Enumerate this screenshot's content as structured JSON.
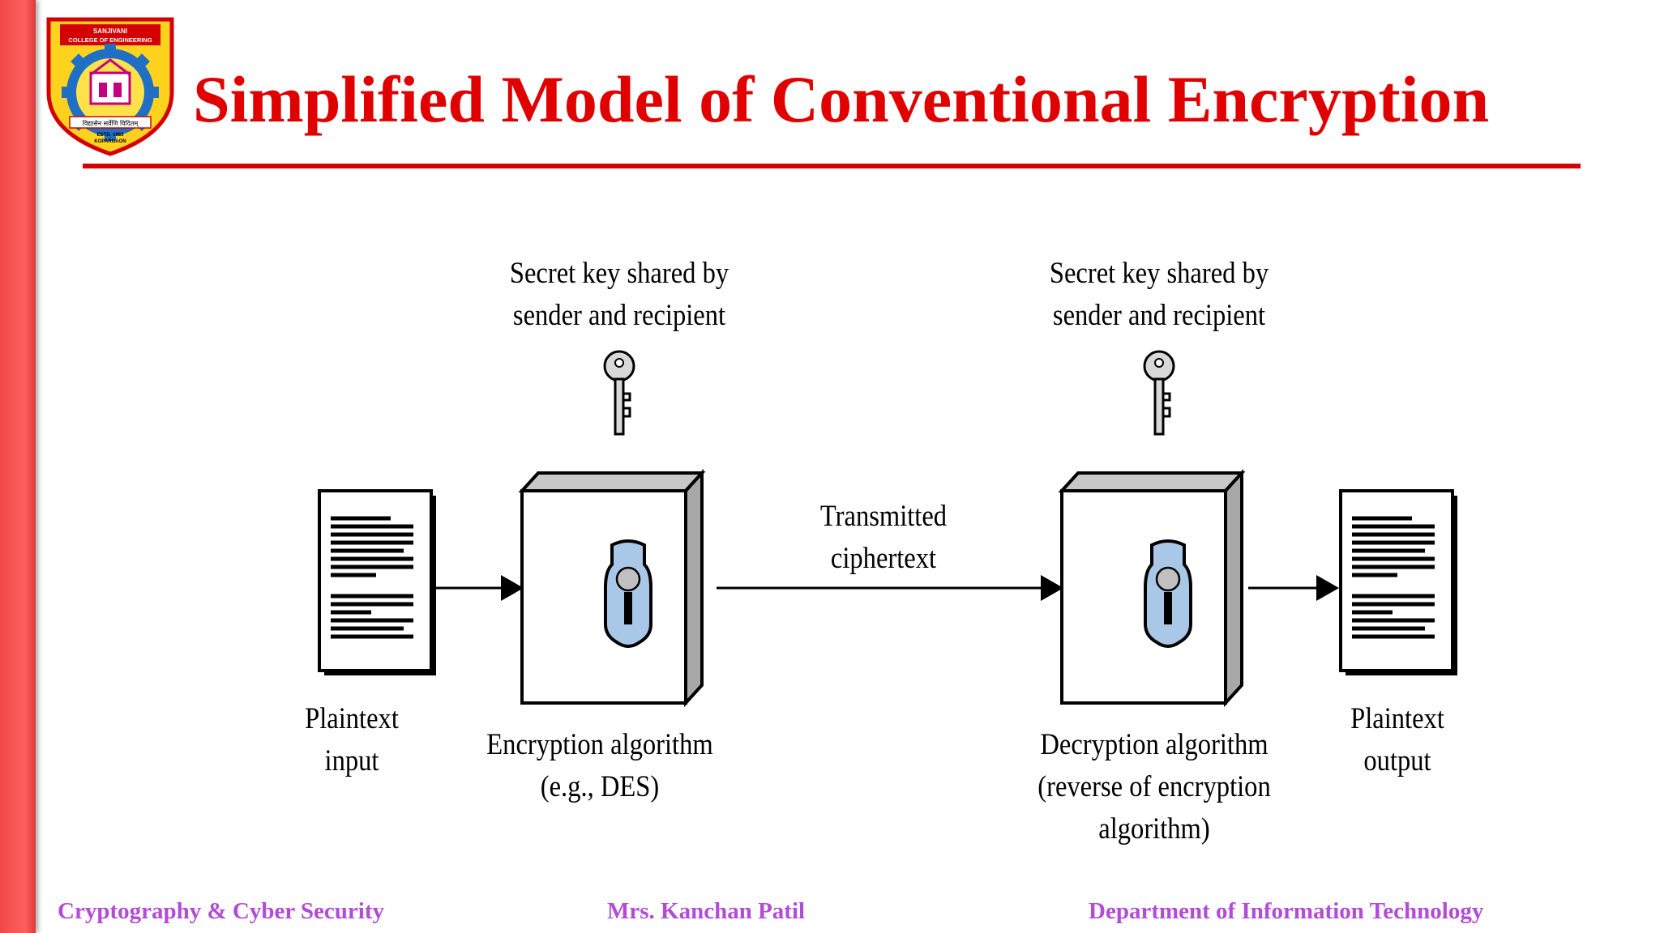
{
  "header": {
    "logo": {
      "text_top": "SANJIVANI",
      "text_college": "COLLEGE OF ENGINEERING",
      "text_motto": "विद्यासेन सर्वेणि विदितम्",
      "text_estd": "ESTD. 1983",
      "text_place": "KOPARGAON"
    },
    "title": "Simplified Model of Conventional Encryption"
  },
  "diagram": {
    "labels": {
      "key_left": [
        "Secret key shared by",
        "sender and recipient"
      ],
      "key_right": [
        "Secret key shared by",
        "sender and recipient"
      ],
      "transmitted": [
        "Transmitted",
        "ciphertext"
      ],
      "plaintext_input": [
        "Plaintext",
        "input"
      ],
      "encryption": [
        "Encryption algorithm",
        "(e.g., DES)"
      ],
      "decryption": [
        "Decryption algorithm",
        "(reverse of encryption",
        "algorithm)"
      ],
      "plaintext_output": [
        "Plaintext",
        "output"
      ]
    }
  },
  "footer": {
    "left": "Cryptography & Cyber Security",
    "center": "Mrs. Kanchan Patil",
    "right": "Department of Information Technology"
  },
  "colors": {
    "accent_red": "#e00000",
    "left_bar": "#ff5f5f",
    "footer_text": "#b34bd6",
    "lock_blue": "#a9c8e8"
  }
}
